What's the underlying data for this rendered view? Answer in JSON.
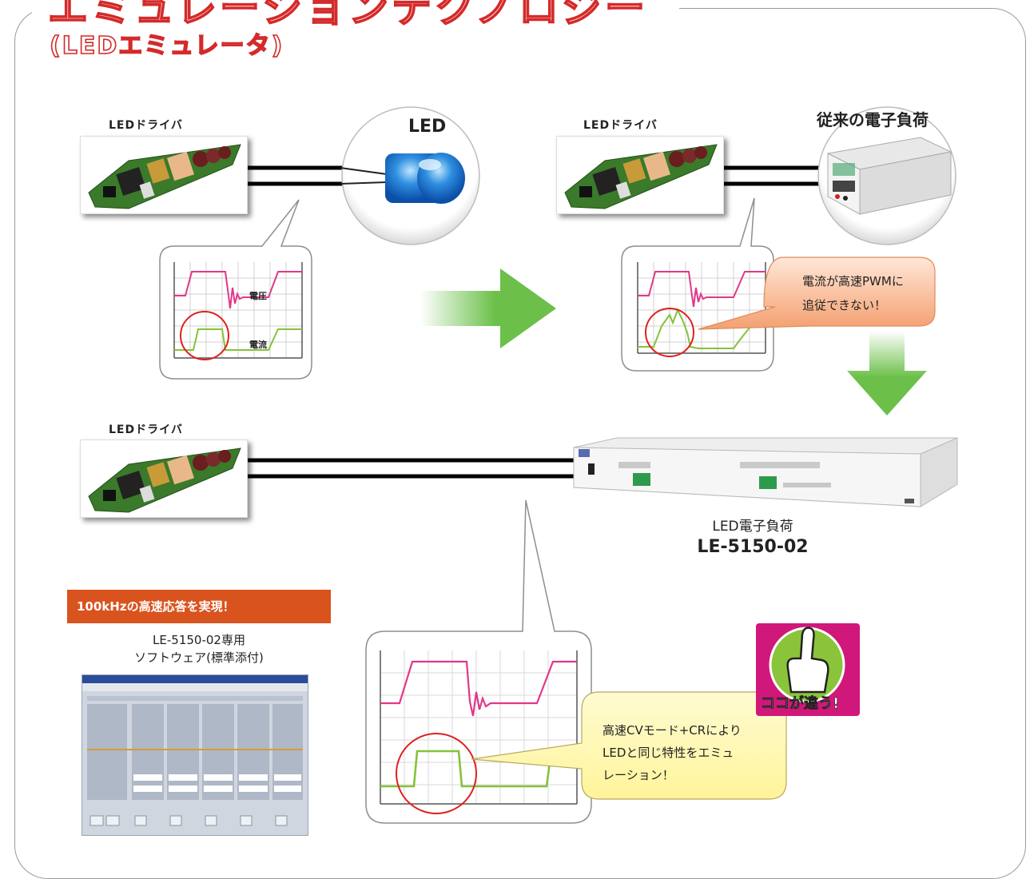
{
  "header": {
    "title": "エミュレーションテクノロジー",
    "subtitle": "(LEDエミュレータ)"
  },
  "labels": {
    "driver": "LEDドライバ",
    "led": "LED",
    "conventional_load": "従来の電子負荷",
    "voltage": "電圧",
    "current": "電流"
  },
  "product": {
    "name": "LED電子負荷",
    "model": "LE-5150-02"
  },
  "callouts": {
    "problem_line1": "電流が高速PWMに",
    "problem_line2": "追従できない！",
    "solution_line1": "高速CVモード+CRにより",
    "solution_line2": "LEDと同じ特性をエミュ",
    "solution_line3": "レーション！"
  },
  "software": {
    "badge": "100kHzの高速応答を実現！",
    "caption_line1": "LE-5150-02専用",
    "caption_line2": "ソフトウェア(標準添付)"
  },
  "badge": {
    "text": "ココが違う!"
  },
  "colors": {
    "title_red": "#d42a2a",
    "voltage_trace": "#e0388a",
    "current_trace": "#86c23a",
    "arrow_green": "#6cc04a",
    "highlight_red": "#e02020",
    "badge_orange": "#d9531e",
    "badge_magenta": "#d0177a",
    "bubble_orange": "#f4a070",
    "bubble_yellow": "#fff49a"
  }
}
